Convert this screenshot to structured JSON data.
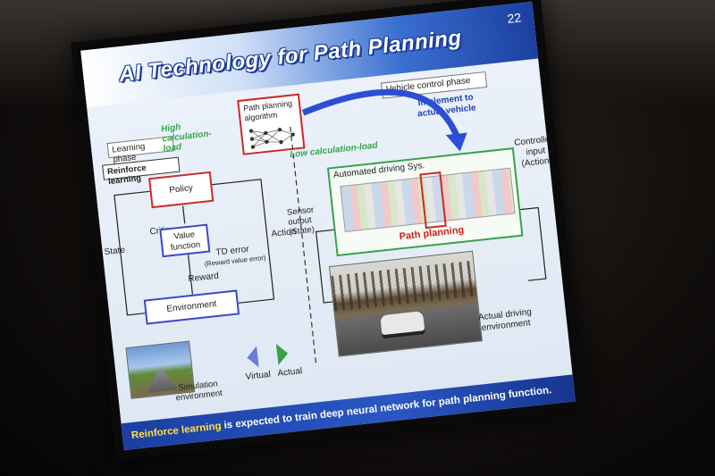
{
  "slide": {
    "page_number": "22",
    "title": "AI Technology for Path Planning",
    "phase_learning": "Learning phase",
    "phase_vehicle": "Vehicle control phase",
    "reinforce_learning": "Reinforce learning",
    "high_calc_load": "High calculation-load",
    "low_calc_load": "Low calculation-load",
    "path_planning_algorithm": "Path planning algorithm",
    "implement_vehicle": "Implement to actual vehicle",
    "policy": "Policy",
    "critic": "Critic",
    "value_function": "Value function",
    "td_error": "TD error",
    "reward_value_error": "(Reward value error)",
    "reward": "Reward",
    "environment": "Environment",
    "state": "State",
    "action": "Action",
    "automated_driving": "Automated driving Sys.",
    "sensor_output": "Sensor output (State)",
    "controlled_input": "Controlled input (Action)",
    "path_planning": "Path planning",
    "simulation_env": "Simulation environment",
    "virtual": "Virtual",
    "actual": "Actual",
    "actual_driving_env": "Actual driving environment",
    "footer_emph": "Reinforce learning",
    "footer_rest": " is expected to train deep neural network for path planning  function."
  },
  "colors": {
    "title_blue": "#1c3d9a",
    "policy_red": "#cc2a22",
    "value_blue": "#3a48c8",
    "ads_green": "#3aa04a",
    "arrow_blue": "#2a4fd4"
  }
}
